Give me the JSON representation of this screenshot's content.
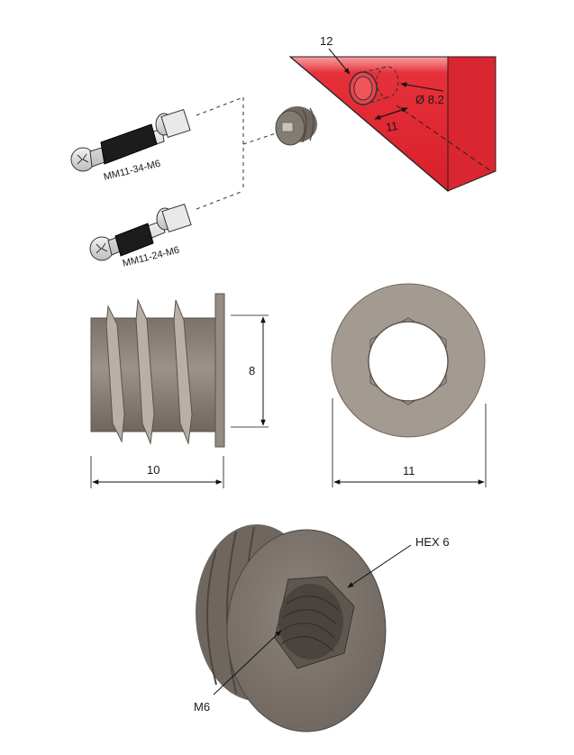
{
  "diagram": {
    "top": {
      "bolts": [
        {
          "label": "MM11-34-M6"
        },
        {
          "label": "MM11-24-M6"
        }
      ],
      "panel": {
        "depth_label": "12",
        "diameter_label": "Ø 8.2",
        "length_label": "11",
        "color": "#e0242b"
      }
    },
    "side_view": {
      "width_label": "10",
      "height_label": "8",
      "color": "#8a8079"
    },
    "front_view": {
      "diameter_label": "11",
      "color": "#a39a91"
    },
    "iso_view": {
      "hex_label": "HEX 6",
      "thread_label": "M6",
      "color": "#7d746c"
    }
  }
}
